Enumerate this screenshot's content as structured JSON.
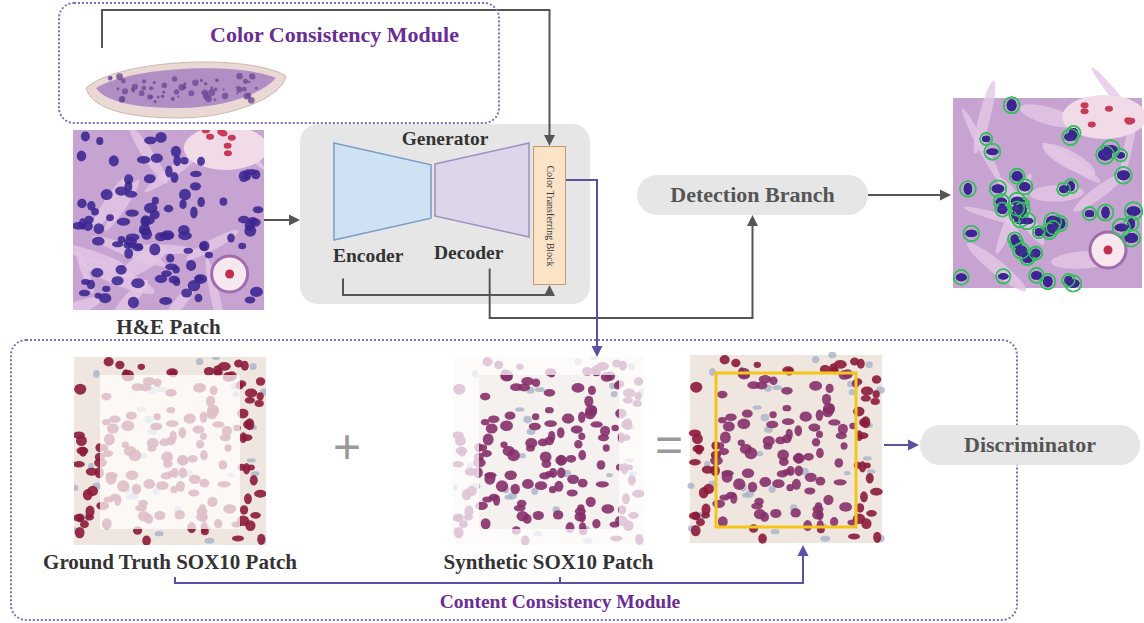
{
  "diagram": {
    "nodes": [
      {
        "text": [
          "Color Consistency Module"
        ]
      },
      {
        "text": [
          "H&E Patch"
        ]
      },
      {
        "text": [
          "Generator"
        ]
      },
      {
        "text": [
          "Encoder"
        ],
        "in": 2
      },
      {
        "text": [
          "Decoder"
        ],
        "in": 2
      },
      {
        "text": [
          "Color Transferring Block"
        ],
        "in": 2
      },
      {
        "text": [
          "Detection Branch"
        ]
      },
      {
        "text": [
          "Content Consistency Module"
        ]
      },
      {
        "text": [
          "Ground Truth SOX10 Patch"
        ],
        "in": 7
      },
      {
        "text": [
          "Synthetic SOX10 Patch"
        ],
        "in": 7
      },
      {
        "text": [
          "Discriminator"
        ]
      }
    ],
    "edges": [
      {
        "from": 1,
        "to": 2,
        "arrow": "to"
      },
      {
        "from": 0,
        "to": 5,
        "arrow": "to"
      },
      {
        "from": 3,
        "to": 5,
        "arrow": "to"
      },
      {
        "from": 4,
        "to": 6,
        "arrow": "to"
      },
      {
        "from": 5,
        "to": 9,
        "arrow": "to"
      }
    ],
    "labels": [
      "+",
      "="
    ]
  }
}
